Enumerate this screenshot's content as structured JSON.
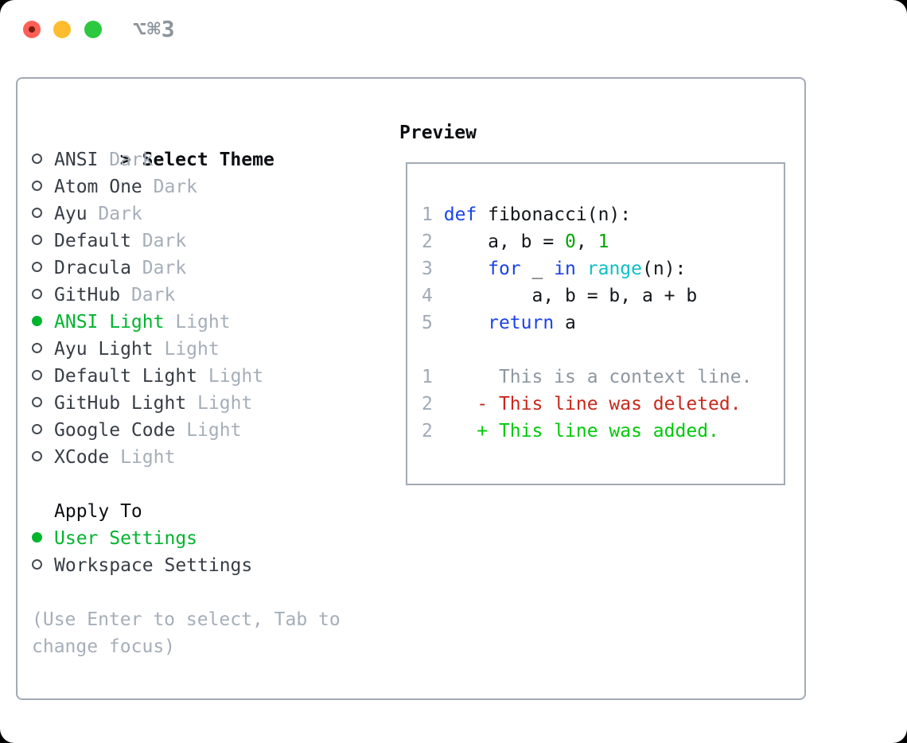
{
  "window": {
    "title": "⌥⌘3"
  },
  "theme_selector": {
    "prompt": ">",
    "title": "Select Theme",
    "items": [
      {
        "name": "ANSI",
        "variant": "Dark",
        "selected": false
      },
      {
        "name": "Atom One",
        "variant": "Dark",
        "selected": false
      },
      {
        "name": "Ayu",
        "variant": "Dark",
        "selected": false
      },
      {
        "name": "Default",
        "variant": "Dark",
        "selected": false
      },
      {
        "name": "Dracula",
        "variant": "Dark",
        "selected": false
      },
      {
        "name": "GitHub",
        "variant": "Dark",
        "selected": false
      },
      {
        "name": "ANSI Light",
        "variant": "Light",
        "selected": true
      },
      {
        "name": "Ayu Light",
        "variant": "Light",
        "selected": false
      },
      {
        "name": "Default Light",
        "variant": "Light",
        "selected": false
      },
      {
        "name": "GitHub Light",
        "variant": "Light",
        "selected": false
      },
      {
        "name": "Google Code",
        "variant": "Light",
        "selected": false
      },
      {
        "name": "XCode",
        "variant": "Light",
        "selected": false
      }
    ]
  },
  "apply_to": {
    "title": "Apply To",
    "options": [
      {
        "label": "User Settings",
        "selected": true
      },
      {
        "label": "Workspace Settings",
        "selected": false
      }
    ]
  },
  "hint": {
    "lines": [
      "(Use Enter to select, Tab to",
      "change focus)"
    ]
  },
  "preview": {
    "title": "Preview",
    "lines": [
      [],
      [
        {
          "t": "1",
          "c": "lineno"
        },
        {
          "t": " ",
          "c": "plain"
        },
        {
          "t": "def",
          "c": "kw"
        },
        {
          "t": " fibonacci(n):",
          "c": "plain"
        }
      ],
      [
        {
          "t": "2",
          "c": "lineno"
        },
        {
          "t": "     a, b = ",
          "c": "plain"
        },
        {
          "t": "0",
          "c": "num"
        },
        {
          "t": ", ",
          "c": "plain"
        },
        {
          "t": "1",
          "c": "num"
        }
      ],
      [
        {
          "t": "3",
          "c": "lineno"
        },
        {
          "t": "     ",
          "c": "plain"
        },
        {
          "t": "for",
          "c": "kw"
        },
        {
          "t": " _ ",
          "c": "plain"
        },
        {
          "t": "in",
          "c": "kw"
        },
        {
          "t": " ",
          "c": "plain"
        },
        {
          "t": "range",
          "c": "builtin"
        },
        {
          "t": "(n):",
          "c": "plain"
        }
      ],
      [
        {
          "t": "4",
          "c": "lineno"
        },
        {
          "t": "         a, b = b, a + b",
          "c": "plain"
        }
      ],
      [
        {
          "t": "5",
          "c": "lineno"
        },
        {
          "t": "     ",
          "c": "plain"
        },
        {
          "t": "return",
          "c": "kw"
        },
        {
          "t": " a",
          "c": "plain"
        }
      ],
      [],
      [
        {
          "t": "1",
          "c": "lineno"
        },
        {
          "t": "      This is a context line.",
          "c": "ctx"
        }
      ],
      [
        {
          "t": "2",
          "c": "lineno"
        },
        {
          "t": "    ",
          "c": "plain"
        },
        {
          "t": "- This line was deleted.",
          "c": "del"
        }
      ],
      [
        {
          "t": "2",
          "c": "lineno"
        },
        {
          "t": "    ",
          "c": "plain"
        },
        {
          "t": "+ This line was added.",
          "c": "add"
        }
      ]
    ]
  },
  "colors": {
    "accent_green": "#00b42e",
    "keyword_blue": "#1a43e8",
    "builtin_cyan": "#0fc0c5",
    "number_green": "#00a500",
    "added_green": "#00c80a",
    "deleted_red": "#c9271b",
    "context_gray": "#8d97a1",
    "muted": "#a5aeb9",
    "lineno": "#a0aab6",
    "text_dark": "#373d46",
    "code_text": "#14171b",
    "heading": "#0c0e11",
    "border": "#a2aab4",
    "bullet": "#454b54",
    "titlebar_text": "#8d949c",
    "light_red": "#ff5f57",
    "light_red_dot": "#7a1c10",
    "light_yellow": "#febc2e",
    "light_green": "#2bc840"
  }
}
